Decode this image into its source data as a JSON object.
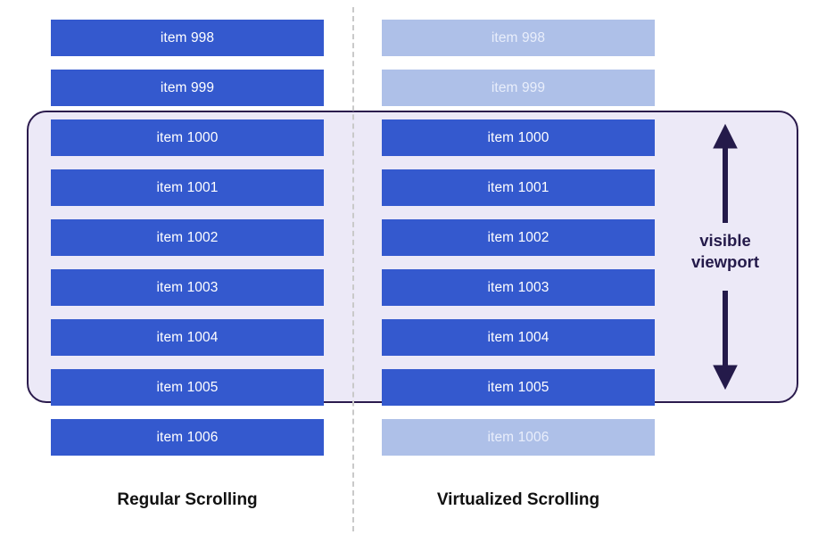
{
  "colors": {
    "active_bar": "#3459ce",
    "faded_bar": "#aec0e8",
    "active_text": "#ffffff",
    "faded_text": "#e9eefb",
    "viewport_fill": "#ece9f7",
    "viewport_border": "#2b1b4d",
    "divider": "#c9c9c9",
    "caption_text": "#111111",
    "arrow": "#241a4a",
    "background": "#ffffff"
  },
  "columns": {
    "left": {
      "caption": "Regular Scrolling",
      "items": [
        {
          "label": "item 998",
          "state": "active"
        },
        {
          "label": "item 999",
          "state": "active"
        },
        {
          "label": "item 1000",
          "state": "active"
        },
        {
          "label": "item 1001",
          "state": "active"
        },
        {
          "label": "item 1002",
          "state": "active"
        },
        {
          "label": "item 1003",
          "state": "active"
        },
        {
          "label": "item 1004",
          "state": "active"
        },
        {
          "label": "item 1005",
          "state": "active"
        },
        {
          "label": "item 1006",
          "state": "active"
        }
      ]
    },
    "right": {
      "caption": "Virtualized Scrolling",
      "items": [
        {
          "label": "item 998",
          "state": "faded"
        },
        {
          "label": "item 999",
          "state": "faded"
        },
        {
          "label": "item 1000",
          "state": "active"
        },
        {
          "label": "item 1001",
          "state": "active"
        },
        {
          "label": "item 1002",
          "state": "active"
        },
        {
          "label": "item 1003",
          "state": "active"
        },
        {
          "label": "item 1004",
          "state": "active"
        },
        {
          "label": "item 1005",
          "state": "active"
        },
        {
          "label": "item 1006",
          "state": "faded"
        }
      ]
    }
  },
  "viewport": {
    "label_line1": "visible",
    "label_line2": "viewport",
    "arrow_icon": "double-headed-vertical-arrow"
  }
}
